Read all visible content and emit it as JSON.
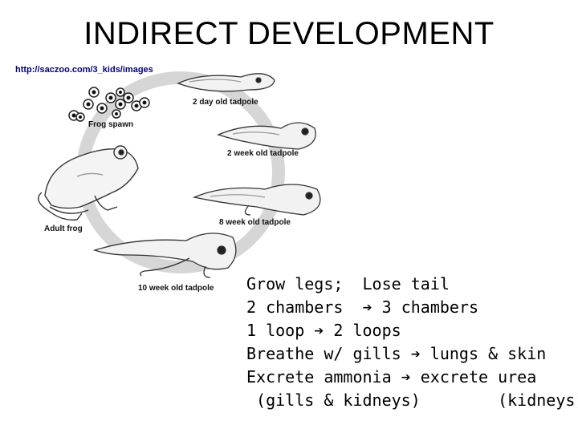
{
  "title": "INDIRECT DEVELOPMENT",
  "source": "http://saczoo.com/3_kids/images",
  "stages": {
    "frog_spawn": "Frog spawn",
    "day2": "2 day old tadpole",
    "week2": "2 week old tadpole",
    "week8": "8 week old tadpole",
    "week10": "10 week old tadpole",
    "adult": "Adult frog"
  },
  "notes": {
    "line1_a": "Grow legs;",
    "line1_b": "Lose tail",
    "line2_a": "2 chambers",
    "line2_b": "3 chambers",
    "line3_a": "1 loop",
    "line3_b": "2 loops",
    "line4_a": "Breathe w/ gills",
    "line4_b": "lungs & skin",
    "line5_a": "Excrete ammonia",
    "line5_b": "excrete urea",
    "line6_a": "(gills & kidneys)",
    "line6_b": "(kidneys)"
  }
}
